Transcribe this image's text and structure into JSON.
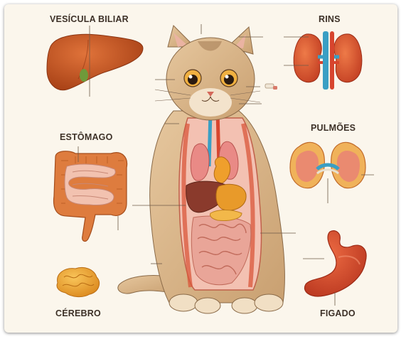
{
  "labels": {
    "vesicula_biliar": "VESÍCULA BILIAR",
    "rins": "RINS",
    "estomago": "ESTÔMAGO",
    "pulmoes": "PULMÕES",
    "cerebro": "CÉREBRO",
    "figado": "FIGADO"
  },
  "colors": {
    "background": "#fbf6ec",
    "liver": "#c0521f",
    "kidney": "#d9532c",
    "vessel_blue": "#3a9fc4",
    "intestine": "#de7c3e",
    "brain": "#f2a635",
    "stomach": "#d64a2b",
    "cat_fur": "#d8b58a",
    "label_text": "#3d3128"
  }
}
